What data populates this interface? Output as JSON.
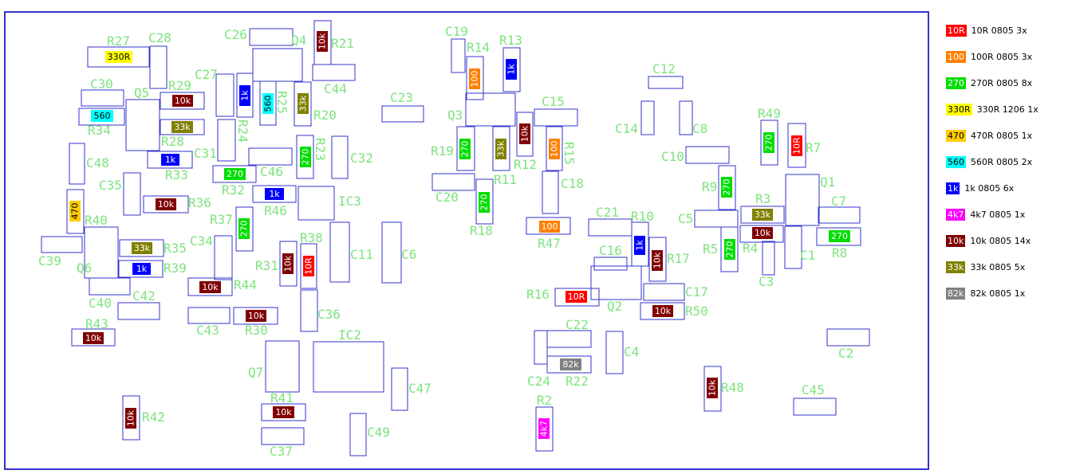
{
  "colors": {
    "board_outline": "#3333cc",
    "footprint": "#3333cc",
    "designator": "#7ee37e",
    "swatch": {
      "10R": "#ff0000",
      "100R": "#ff8000",
      "270R": "#00dd00",
      "330R": "#ffff00",
      "470R": "#ffcc00",
      "560R": "#00ffff",
      "1k": "#0000ff",
      "4k7": "#ff00ff",
      "10k": "#800000",
      "33k": "#808000",
      "82k": "#808080"
    }
  },
  "legend": [
    {
      "key": "10R",
      "chip": "10R",
      "text": "10R 0805  3x"
    },
    {
      "key": "100R",
      "chip": "100",
      "text": "100R 0805 3x"
    },
    {
      "key": "270R",
      "chip": "270",
      "text": "270R 0805 8x"
    },
    {
      "key": "330R",
      "chip": "330R",
      "text": "330R 1206 1x"
    },
    {
      "key": "470R",
      "chip": "470",
      "text": "470R 0805 1x"
    },
    {
      "key": "560R",
      "chip": "560",
      "text": "560R 0805 2x"
    },
    {
      "key": "1k",
      "chip": "1k",
      "text": "1k 0805 6x"
    },
    {
      "key": "4k7",
      "chip": "4k7",
      "text": "4k7 0805 1x"
    },
    {
      "key": "10k",
      "chip": "10k",
      "text": "10k 0805 14x"
    },
    {
      "key": "33k",
      "chip": "33k",
      "text": "33k 0805 5x"
    },
    {
      "key": "82k",
      "chip": "82k",
      "text": "82k 0805 1x"
    }
  ],
  "resistors": [
    {
      "ref": "R27",
      "key": "330R",
      "value": "330R"
    },
    {
      "ref": "R21",
      "key": "10k",
      "value": "10k"
    },
    {
      "ref": "R29",
      "key": "10k",
      "value": "10k"
    },
    {
      "ref": "R24",
      "key": "1k",
      "value": "1k"
    },
    {
      "ref": "R25",
      "key": "560R",
      "value": "560"
    },
    {
      "ref": "R20",
      "key": "33k",
      "value": "33k"
    },
    {
      "ref": "R34",
      "key": "560R",
      "value": "560"
    },
    {
      "ref": "R28",
      "key": "33k",
      "value": "33k"
    },
    {
      "ref": "R33",
      "key": "1k",
      "value": "1k"
    },
    {
      "ref": "R23",
      "key": "270R",
      "value": "270"
    },
    {
      "ref": "R32",
      "key": "270R",
      "value": "270"
    },
    {
      "ref": "R46",
      "key": "1k",
      "value": "1k"
    },
    {
      "ref": "R36",
      "key": "10k",
      "value": "10k"
    },
    {
      "ref": "R40",
      "key": "470R",
      "value": "470"
    },
    {
      "ref": "R37",
      "key": "270R",
      "value": "270"
    },
    {
      "ref": "R35",
      "key": "33k",
      "value": "33k"
    },
    {
      "ref": "R39",
      "key": "1k",
      "value": "1k"
    },
    {
      "ref": "R31",
      "key": "10k",
      "value": "10k"
    },
    {
      "ref": "R38",
      "key": "10R",
      "value": "10R"
    },
    {
      "ref": "R44",
      "key": "10k",
      "value": "10k"
    },
    {
      "ref": "R30",
      "key": "10k",
      "value": "10k"
    },
    {
      "ref": "R43",
      "key": "10k",
      "value": "10k"
    },
    {
      "ref": "R41",
      "key": "10k",
      "value": "10k"
    },
    {
      "ref": "R42",
      "key": "10k",
      "value": "10k"
    },
    {
      "ref": "R14",
      "key": "100R",
      "value": "100"
    },
    {
      "ref": "R13",
      "key": "1k",
      "value": "1k"
    },
    {
      "ref": "R12",
      "key": "10k",
      "value": "10k"
    },
    {
      "ref": "R15",
      "key": "100R",
      "value": "100"
    },
    {
      "ref": "R19",
      "key": "270R",
      "value": "270"
    },
    {
      "ref": "R11",
      "key": "33k",
      "value": "33k"
    },
    {
      "ref": "R18",
      "key": "270R",
      "value": "270"
    },
    {
      "ref": "R47",
      "key": "100R",
      "value": "100"
    },
    {
      "ref": "R10",
      "key": "1k",
      "value": "1k"
    },
    {
      "ref": "R17",
      "key": "10k",
      "value": "10k"
    },
    {
      "ref": "R16",
      "key": "10R",
      "value": "10R"
    },
    {
      "ref": "R50",
      "key": "10k",
      "value": "10k"
    },
    {
      "ref": "R22",
      "key": "82k",
      "value": "82k"
    },
    {
      "ref": "R2",
      "key": "4k7",
      "value": "4k7"
    },
    {
      "ref": "R48",
      "key": "10k",
      "value": "10k"
    },
    {
      "ref": "R49",
      "key": "270R",
      "value": "270"
    },
    {
      "ref": "R7",
      "key": "10R",
      "value": "10R"
    },
    {
      "ref": "R9",
      "key": "270R",
      "value": "270"
    },
    {
      "ref": "R3",
      "key": "33k",
      "value": "33k"
    },
    {
      "ref": "R4",
      "key": "10k",
      "value": "10k"
    },
    {
      "ref": "R5",
      "key": "270R",
      "value": "270"
    },
    {
      "ref": "R8",
      "key": "270R",
      "value": "270"
    }
  ],
  "designators": [
    "R27",
    "C28",
    "C26",
    "Q4",
    "R21",
    "C44",
    "C30",
    "Q5",
    "R29",
    "C27",
    "R25",
    "R20",
    "R34",
    "R28",
    "R24",
    "C31",
    "R33",
    "C48",
    "R23",
    "C32",
    "R32",
    "C46",
    "C35",
    "R46",
    "IC3",
    "R36",
    "R40",
    "R37",
    "C34",
    "R35",
    "C39",
    "Q6",
    "R39",
    "R31",
    "R38",
    "C11",
    "C6",
    "R44",
    "C40",
    "C42",
    "C36",
    "R43",
    "C43",
    "R30",
    "IC2",
    "Q7",
    "C47",
    "R41",
    "R42",
    "C37",
    "C49",
    "C19",
    "R14",
    "R13",
    "C23",
    "Q3",
    "C15",
    "R19",
    "R12",
    "R15",
    "R11",
    "C20",
    "C18",
    "R18",
    "R47",
    "C21",
    "R10",
    "C16",
    "R17",
    "R16",
    "Q2",
    "R50",
    "C22",
    "R22",
    "C4",
    "C24",
    "R2",
    "C12",
    "C14",
    "C8",
    "C10",
    "R49",
    "R7",
    "R9",
    "R3",
    "Q1",
    "C7",
    "C5",
    "R5",
    "R4",
    "R8",
    "C1",
    "C3",
    "C17",
    "R48",
    "C45",
    "C2"
  ]
}
